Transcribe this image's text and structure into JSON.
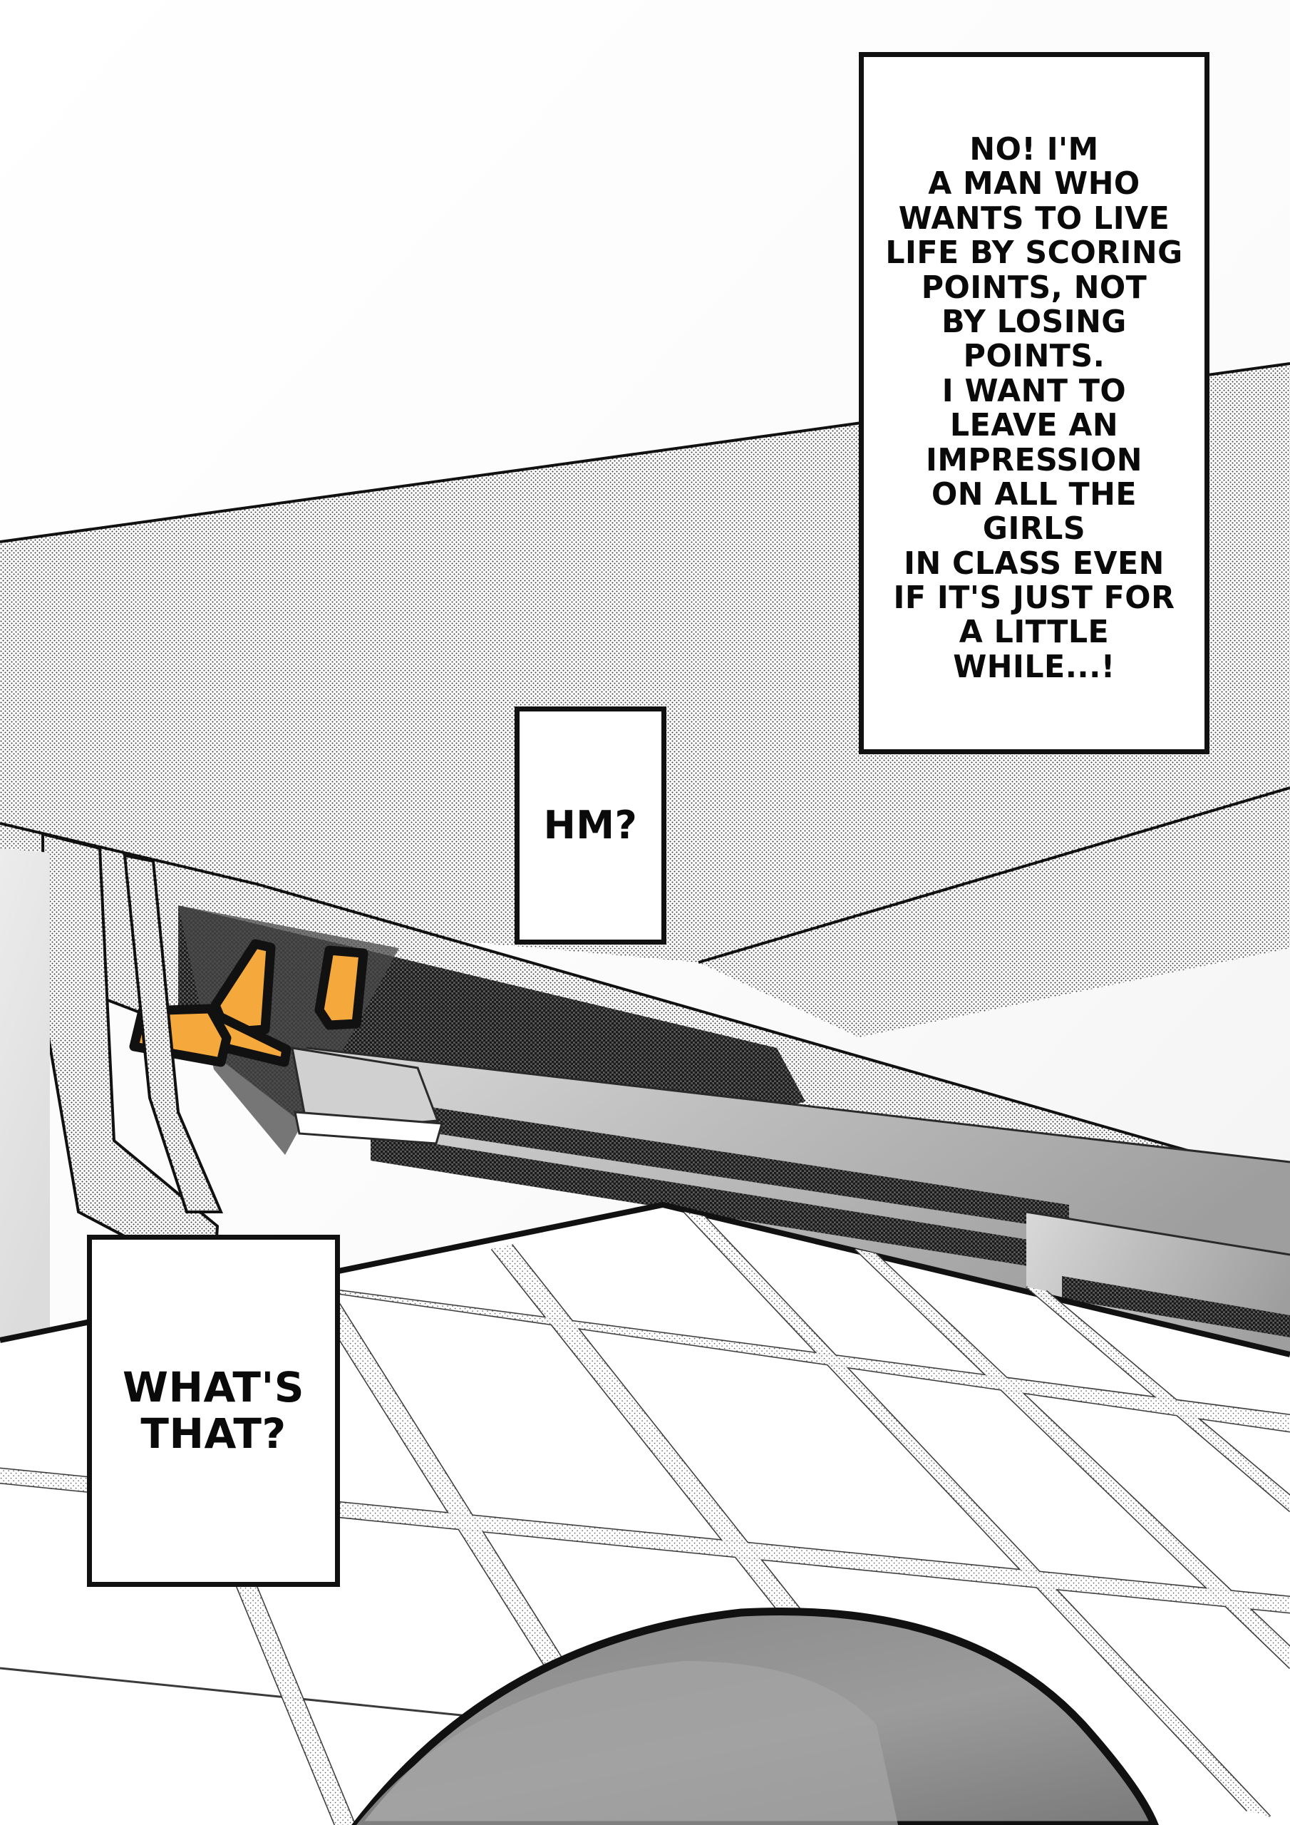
{
  "panel": {
    "title": "Manga panel — under the desk",
    "background_color": "#ffffff",
    "ink_color": "#111111",
    "accent_color": "#F5A83C",
    "tone_color": "#d9d9d9",
    "shadow_color": "#4a4a4a"
  },
  "captions": [
    {
      "name": "monologue",
      "text": "No! I'm\na man who\nwants to live\nlife by scoring\npoints, not\nby losing\npoints.\nI want to\nleave an\nimpression\non all the girls\nin class even\nif it's just for\na little while...!"
    },
    {
      "name": "hm",
      "text": "Hm?"
    },
    {
      "name": "whats-that",
      "text": "What's\nthat?"
    }
  ],
  "effects": {
    "impact_marks_label": "impact-flash-marks",
    "impact_mark_count": 3,
    "impact_mark_color": "#F5A83C"
  },
  "scene": {
    "desk_label": "school-desk",
    "floor_label": "wooden-floor",
    "paper_label": "hidden-paper-envelope",
    "head_label": "character-head-silhouette"
  }
}
